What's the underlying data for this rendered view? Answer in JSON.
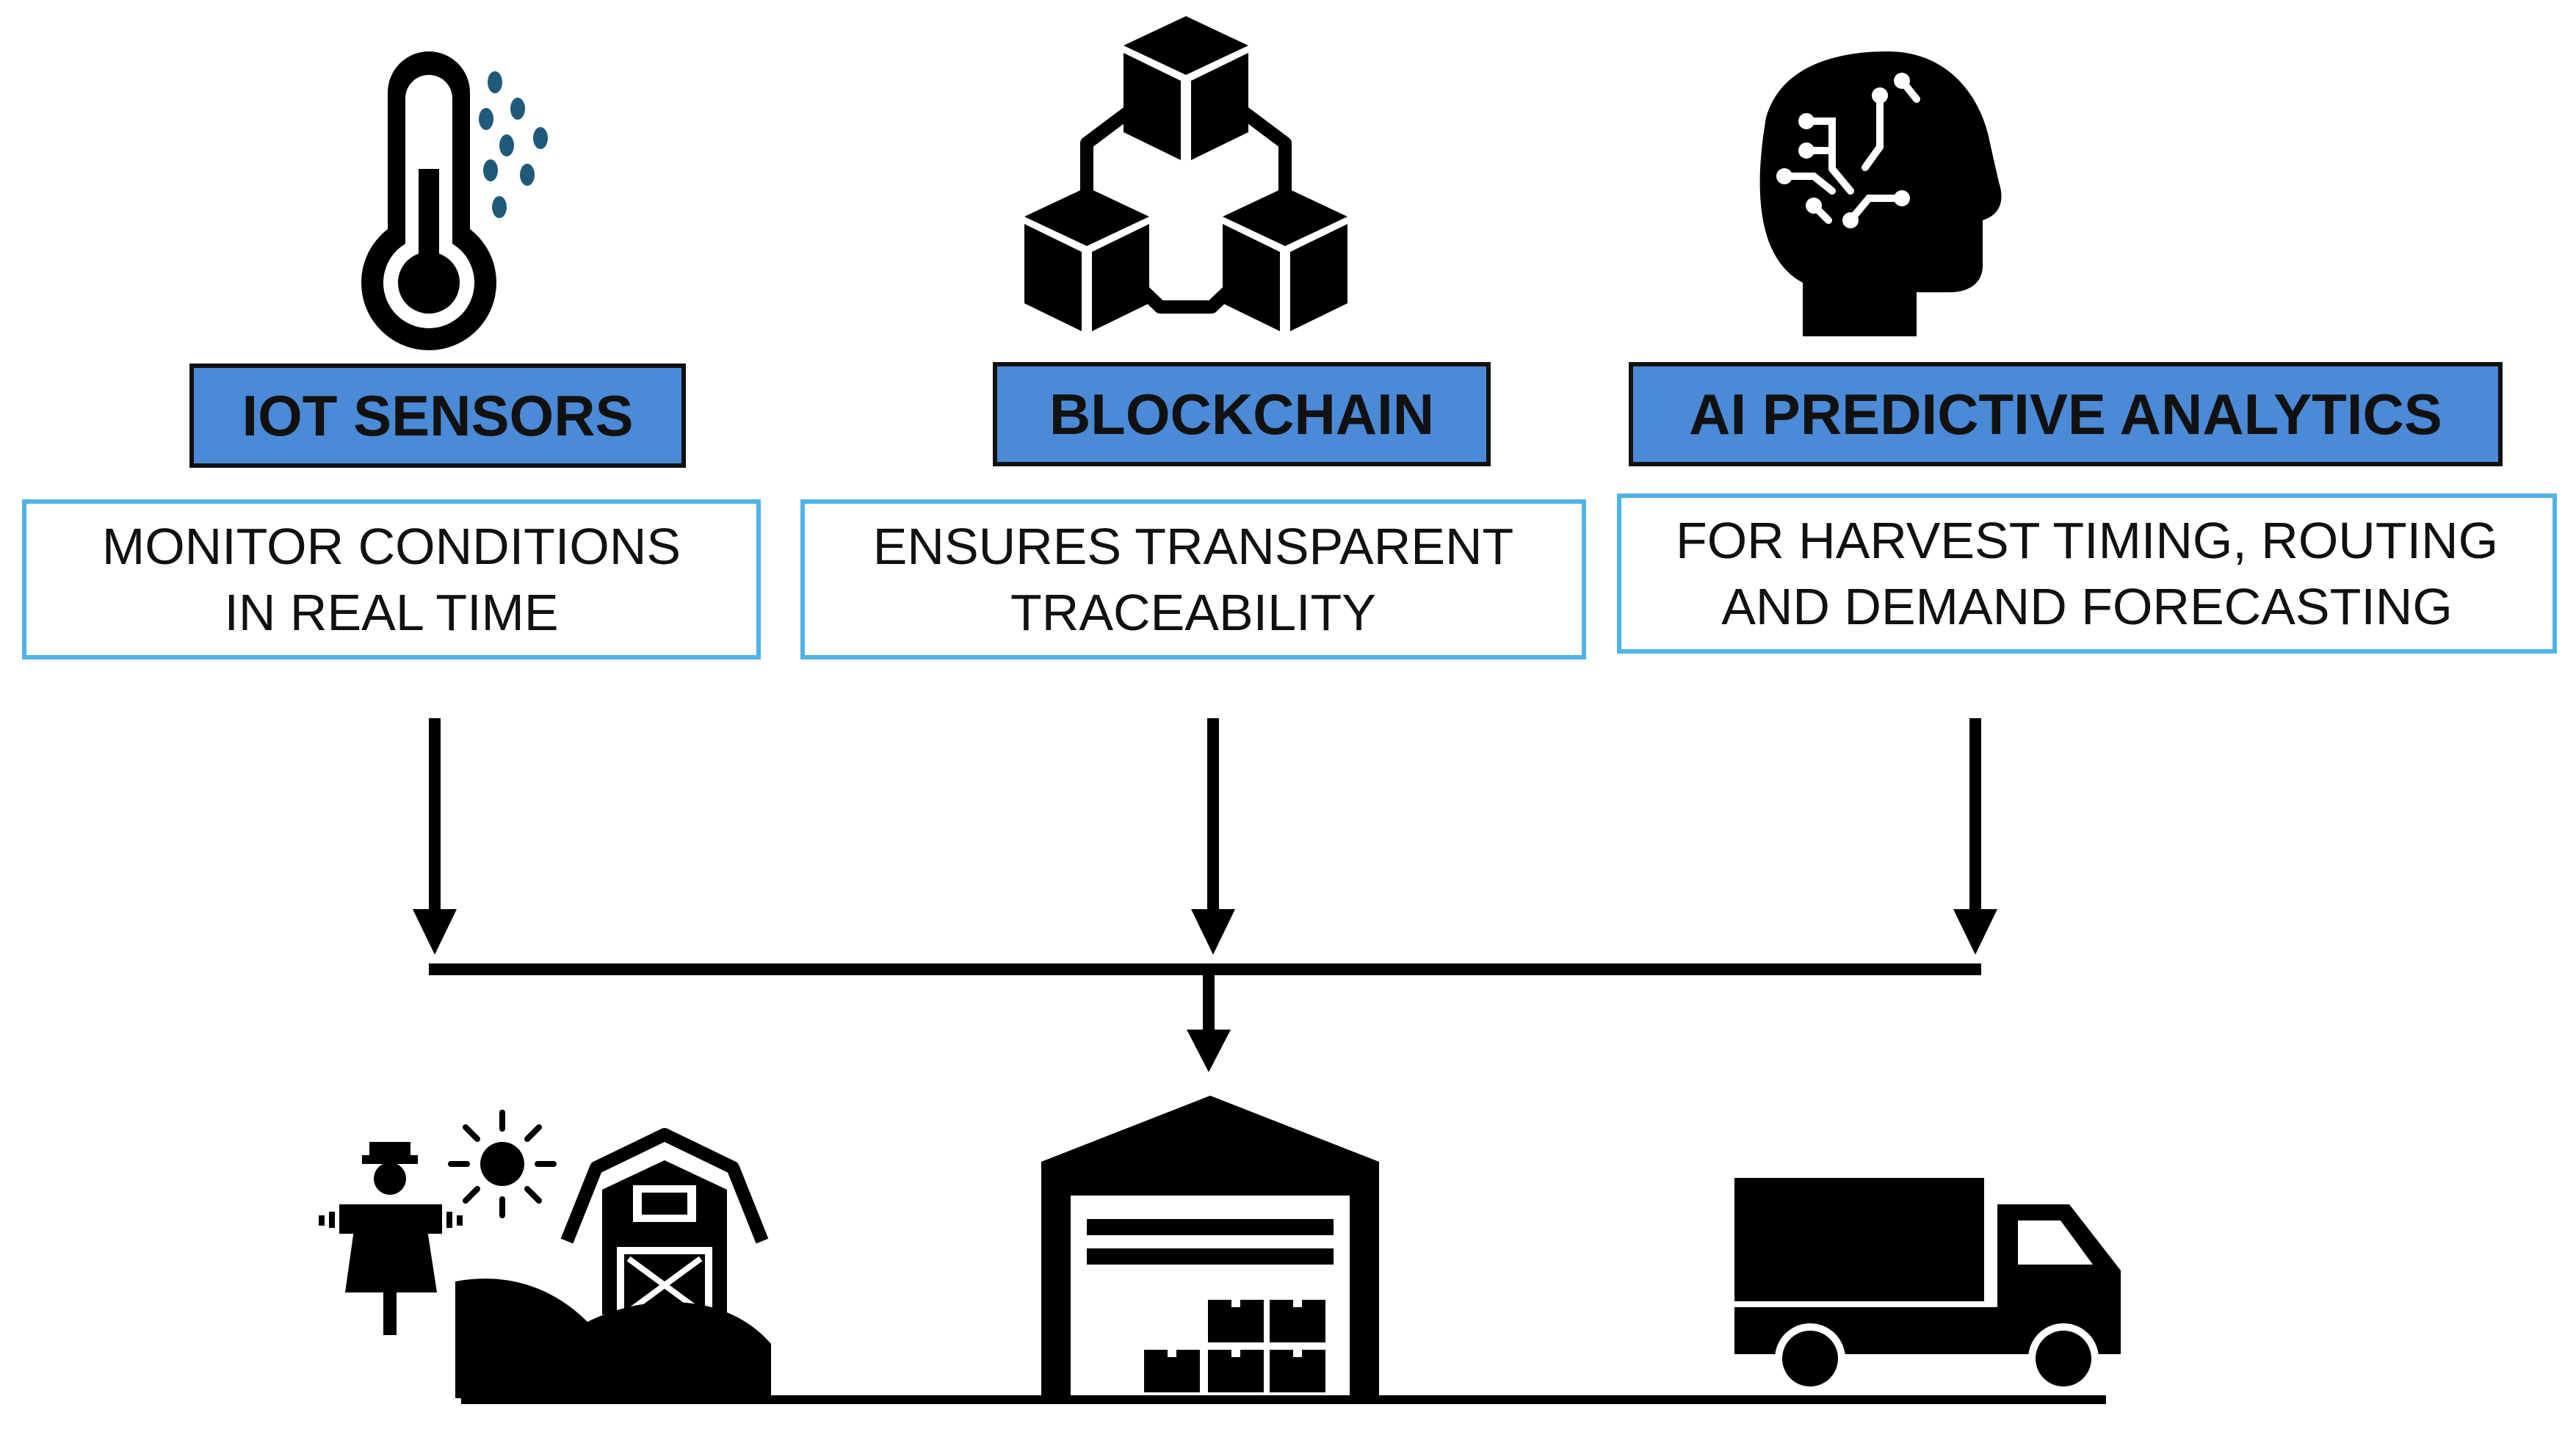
{
  "colors": {
    "title_fill": "#4a8ad6",
    "title_border": "#111111",
    "desc_border": "#4fb3e6",
    "icon": "#000000",
    "water_drop": "#1f5a7a"
  },
  "columns": [
    {
      "title": "IOT SENSORS",
      "desc_line1": "MONITOR CONDITIONS",
      "desc_line2": "IN REAL TIME",
      "icon": "thermometer-icon"
    },
    {
      "title": "BLOCKCHAIN",
      "desc_line1": "ENSURES TRANSPARENT",
      "desc_line2": "TRACEABILITY",
      "icon": "blockchain-icon"
    },
    {
      "title": "AI PREDICTIVE ANALYTICS",
      "desc_line1": "FOR HARVEST TIMING, ROUTING",
      "desc_line2": "AND DEMAND FORECASTING",
      "icon": "ai-head-icon"
    }
  ],
  "bottom_icons": [
    "farm-icon",
    "warehouse-icon",
    "truck-icon"
  ]
}
